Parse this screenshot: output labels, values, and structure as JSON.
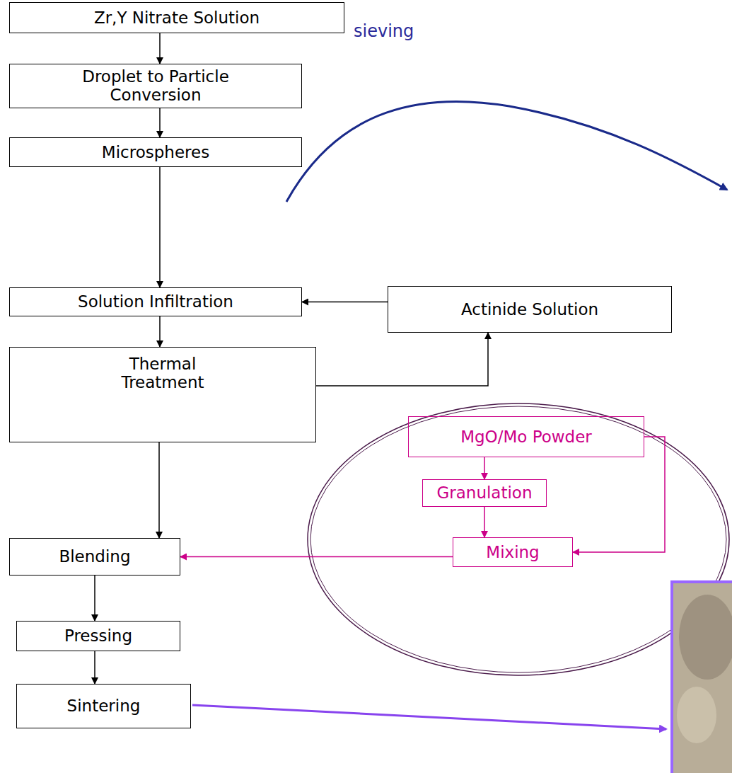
{
  "diagram": {
    "nodes": [
      {
        "text": [
          "Zr,Y Nitrate Solution"
        ]
      },
      {
        "text": [
          "Droplet to Particle Conversion"
        ]
      },
      {
        "text": [
          "Microspheres"
        ]
      },
      {
        "text": [
          "Solution Infiltration"
        ]
      },
      {
        "text": [
          "Actinide Solution"
        ]
      },
      {
        "text": [
          "Thermal Treatment"
        ]
      },
      {
        "text": [
          "MgO/Mo Powder"
        ]
      },
      {
        "text": [
          "Granulation"
        ]
      },
      {
        "text": [
          "Mixing"
        ]
      },
      {
        "text": [
          "Blending"
        ]
      },
      {
        "text": [
          "Pressing"
        ]
      },
      {
        "text": [
          "Sintering"
        ]
      }
    ],
    "edges": [
      {
        "from": 0,
        "to": 1,
        "arrow": "to"
      },
      {
        "from": 1,
        "to": 2,
        "arrow": "to"
      },
      {
        "from": 2,
        "to": 3,
        "arrow": "to"
      },
      {
        "from": 4,
        "to": 3,
        "arrow": "to"
      },
      {
        "from": 5,
        "to": 4,
        "arrow": "to"
      },
      {
        "from": 3,
        "to": 5,
        "arrow": "to"
      },
      {
        "from": 5,
        "to": 9,
        "arrow": "to"
      },
      {
        "from": 9,
        "to": 10,
        "arrow": "to"
      },
      {
        "from": 10,
        "to": 11,
        "arrow": "to"
      },
      {
        "from": 6,
        "to": 7,
        "arrow": "to"
      },
      {
        "from": 7,
        "to": 8,
        "arrow": "to"
      },
      {
        "from": 6,
        "to": 8,
        "arrow": "to"
      },
      {
        "from": 8,
        "to": 9,
        "arrow": "to"
      }
    ],
    "labels": [
      "sieving"
    ]
  }
}
